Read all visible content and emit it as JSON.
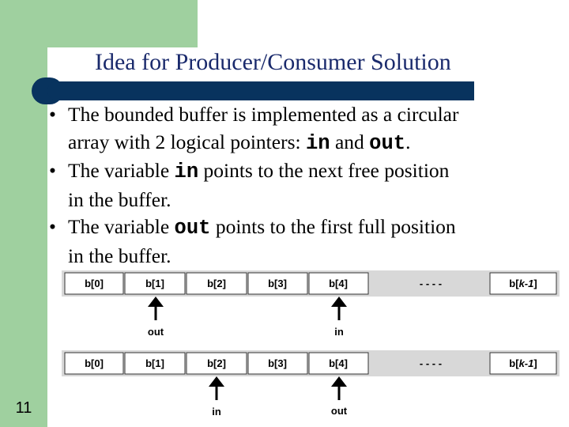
{
  "slide": {
    "title": "Idea for Producer/Consumer Solution",
    "page_number": "11"
  },
  "bullets": [
    {
      "dot": "•",
      "line1_text": "The bounded buffer is implemented as a circular",
      "line2_prefix": "array with 2 logical pointers: ",
      "line2_code1": "in",
      "line2_mid": " and ",
      "line2_code2": "out",
      "line2_suffix": "."
    },
    {
      "dot": "•",
      "line1_prefix": "The variable ",
      "line1_code": "in",
      "line1_suffix": " points to the next free position",
      "line2_text": "in the buffer."
    },
    {
      "dot": "•",
      "line1_prefix": "The variable ",
      "line1_code": "out",
      "line1_suffix": "  points to the first full position",
      "line2_text": "in the buffer."
    }
  ],
  "diagram": {
    "cells": [
      "b[0]",
      "b[1]",
      "b[2]",
      "b[3]",
      "b[4]"
    ],
    "ellipsis": "- - - -",
    "last_cell_prefix": "b[",
    "last_cell_italic": "k-1",
    "last_cell_suffix": "]",
    "top_pointers": [
      {
        "label": "out",
        "cell_index": 1
      },
      {
        "label": "in",
        "cell_index": 4
      }
    ],
    "bottom_pointers": [
      {
        "label": "in",
        "cell_index": 2
      },
      {
        "label": "out",
        "cell_index": 4
      }
    ]
  }
}
